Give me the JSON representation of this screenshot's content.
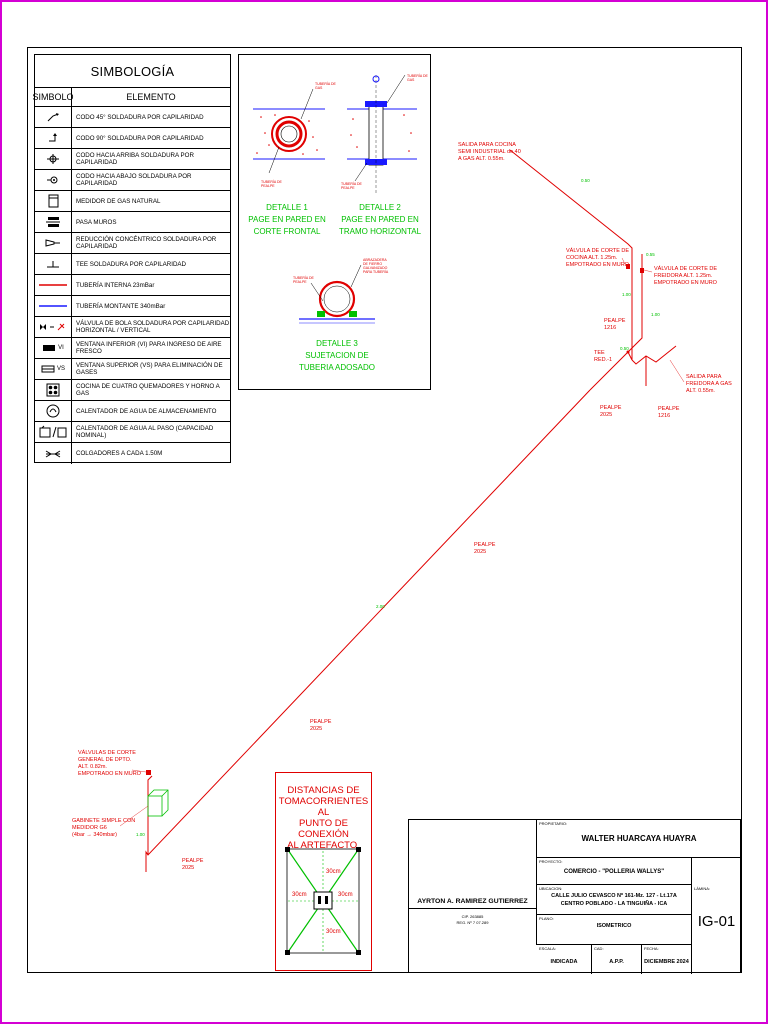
{
  "legend": {
    "title": "SIMBOLOGÍA",
    "col_symbol": "SIMBOLO",
    "col_element": "ELEMENTO",
    "rows": [
      {
        "icon": "elbow-45-icon",
        "sym_text": "",
        "text": "CODO 45° SOLDADURA POR CAPILARIDAD"
      },
      {
        "icon": "elbow-90-icon",
        "sym_text": "",
        "text": "CODO 90° SOLDADURA POR CAPILARIDAD"
      },
      {
        "icon": "elbow-up-icon",
        "sym_text": "",
        "text": "CODO HACIA ARRIBA SOLDADURA POR CAPILARIDAD"
      },
      {
        "icon": "elbow-down-icon",
        "sym_text": "",
        "text": "CODO HACIA ABAJO SOLDADURA POR CAPILARIDAD"
      },
      {
        "icon": "gas-meter-icon",
        "sym_text": "",
        "text": "MEDIDOR DE GAS NATURAL"
      },
      {
        "icon": "wall-pass-icon",
        "sym_text": "",
        "text": "PASA MUROS"
      },
      {
        "icon": "reducer-icon",
        "sym_text": "",
        "text": "REDUCCIÓN CONCÉNTRICO SOLDADURA POR CAPILARIDAD"
      },
      {
        "icon": "tee-icon",
        "sym_text": "",
        "text": "TEE SOLDADURA POR CAPILARIDAD"
      },
      {
        "icon": "red-line-icon",
        "sym_text": "",
        "text": "TUBERÍA INTERNA 23mBar"
      },
      {
        "icon": "blue-line-icon",
        "sym_text": "",
        "text": "TUBERÍA MONTANTE 340mBar"
      },
      {
        "icon": "ball-valve-icon",
        "sym_text": "",
        "text": "VÁLVULA DE BOLA SOLDADURA POR CAPILARIDAD HORIZONTAL / VERTICAL"
      },
      {
        "icon": "lower-vent-icon",
        "sym_text": "VI",
        "text": "VENTANA INFERIOR (VI) PARA INGRESO DE AIRE FRESCO"
      },
      {
        "icon": "upper-vent-icon",
        "sym_text": "VS",
        "text": "VENTANA SUPERIOR (VS) PARA ELIMINACIÓN DE GASES"
      },
      {
        "icon": "stove-icon",
        "sym_text": "",
        "text": "COCINA DE CUATRO QUEMADORES Y HORNO A GAS"
      },
      {
        "icon": "storage-heater-icon",
        "sym_text": "",
        "text": "CALENTADOR DE AGUA DE ALMACENAMIENTO"
      },
      {
        "icon": "instant-heater-icon",
        "sym_text": "",
        "text": "CALENTADOR DE AGUA AL PASO (CAPACIDAD NOMINAL)"
      },
      {
        "icon": "hanger-icon",
        "sym_text": "",
        "text": "COLGADORES A CADA 1.50M"
      }
    ]
  },
  "details": {
    "d1": [
      "DETALLE 1",
      "PAGE EN PARED EN",
      "CORTE FRONTAL"
    ],
    "d2": [
      "DETALLE 2",
      "PAGE EN PARED EN",
      "TRAMO HORIZONTAL"
    ],
    "d3": [
      "DETALLE 3",
      "SUJETACION DE",
      "TUBERIA ADOSADO"
    ]
  },
  "isometric": {
    "salida_cocina": [
      "SALIDA PARA COCINA",
      "SEMI INDUSTRIAL de 40",
      "A GAS ALT. 0.55m."
    ],
    "valvula_cocina": [
      "VÁLVULA DE CORTE DE",
      "COCINA ALT. 1.25m.",
      "EMPOTRADO EN MURO"
    ],
    "valvula_freidora": [
      "VÁLVULA DE CORTE DE",
      "FREIDORA ALT. 1.25m.",
      "EMPOTRADO EN MURO"
    ],
    "salida_freidora": [
      "SALIDA PARA",
      "FREIDORA A GAS",
      "ALT. 0.55m."
    ],
    "pealpe_1216_a": [
      "PEALPE",
      "1216"
    ],
    "pealpe_1216_b": [
      "PEALPE",
      "1216"
    ],
    "tee": [
      "TEE",
      "RED.-1"
    ],
    "pealpe_2025_a": [
      "PEALPE",
      "2025"
    ],
    "pealpe_2025_b": [
      "PEALPE",
      "2025"
    ],
    "pealpe_2025_c": [
      "PEALPE",
      "2025"
    ],
    "pealpe_2025_d": [
      "PEALPE",
      "2025"
    ],
    "valvulas_general": [
      "VÁLVULAS DE CORTE",
      "GENERAL DE DPTO.",
      "ALT. 0.82m.",
      "EMPOTRADO EN MURO"
    ],
    "gabinete": [
      "GABINETE SIMPLE CON",
      "MEDIDOR G6",
      "(4bar → 340mbar)"
    ],
    "dims": {
      "d1": "0.50",
      "d2": "1.00",
      "d3": "1.00",
      "d4": "0.55",
      "d5": "2.00",
      "d6": "1.00",
      "d7": "0.50"
    }
  },
  "distances": {
    "title": [
      "DISTANCIAS DE",
      "TOMACORRIENTES AL",
      "PUNTO DE CONEXIÓN",
      "AL ARTEFACTO."
    ],
    "dim": "30cm"
  },
  "titleblock": {
    "labels": {
      "propietario": "PROPIETARIO:",
      "proyecto": "PROYECTO:",
      "ubicacion": "UBICACION:",
      "plano": "PLANO:",
      "escala": "ESCALA:",
      "cad": "CAD:",
      "fecha": "FECHA:",
      "lamina": "LÁMINA:"
    },
    "owner": "WALTER HUARCAYA HUAYRA",
    "project": "COMERCIO - \"POLLERIA WALLYS\"",
    "location": [
      "CALLE JULIO CEVASCO Nº 161-Mz. 127 - Lt.17A",
      "CENTRO POBLADO - LA TINGUIÑA - ICA"
    ],
    "plan": "ISOMETRICO",
    "scale": "INDICADA",
    "cad": "A.P.P.",
    "date": "DICIEMBRE 2024",
    "sheet": "IG-01",
    "engineer": "AYRTON A. RAMIREZ GUTIERREZ",
    "cip": "CIP. 263885",
    "reg": "REG. Nº 7 07.289"
  },
  "colors": {
    "red": "#e00000",
    "blue": "#1a1aff",
    "green": "#00c000",
    "magenta": "#d400d4"
  }
}
